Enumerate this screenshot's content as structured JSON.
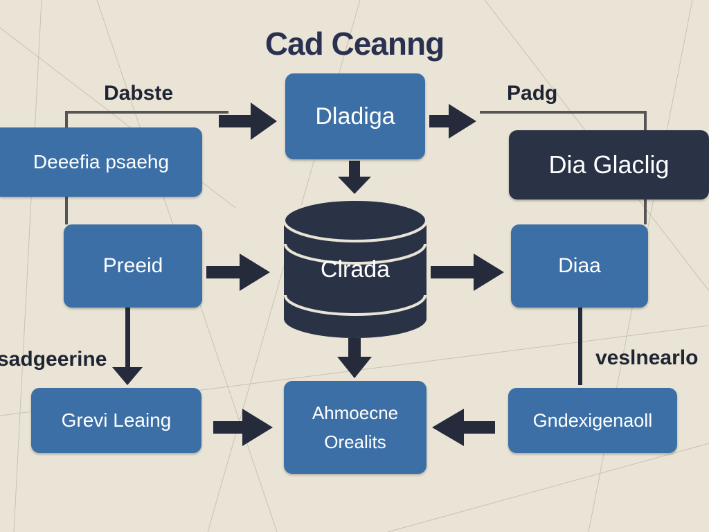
{
  "title": "Cad Ceanng",
  "labels": {
    "top_left": "Dabste",
    "top_right": "Padg",
    "mid_left": "sadgeerine",
    "mid_right": "veslnearlo"
  },
  "nodes": {
    "top_center": "Dladiga",
    "left_top": "Deeefia psaehg",
    "right_top": "Dia Glaclig",
    "left_mid": "Preeid",
    "center_db": "Clrada",
    "right_mid": "Diaa",
    "left_bottom": "Grevi Leaing",
    "center_bottom_1": "Ahmoecne",
    "center_bottom_2": "Orealits",
    "right_bottom": "Gndexigenaoll"
  },
  "colors": {
    "blue": "#3b6fa6",
    "dark": "#2a3246",
    "background": "#e9e4d6"
  }
}
